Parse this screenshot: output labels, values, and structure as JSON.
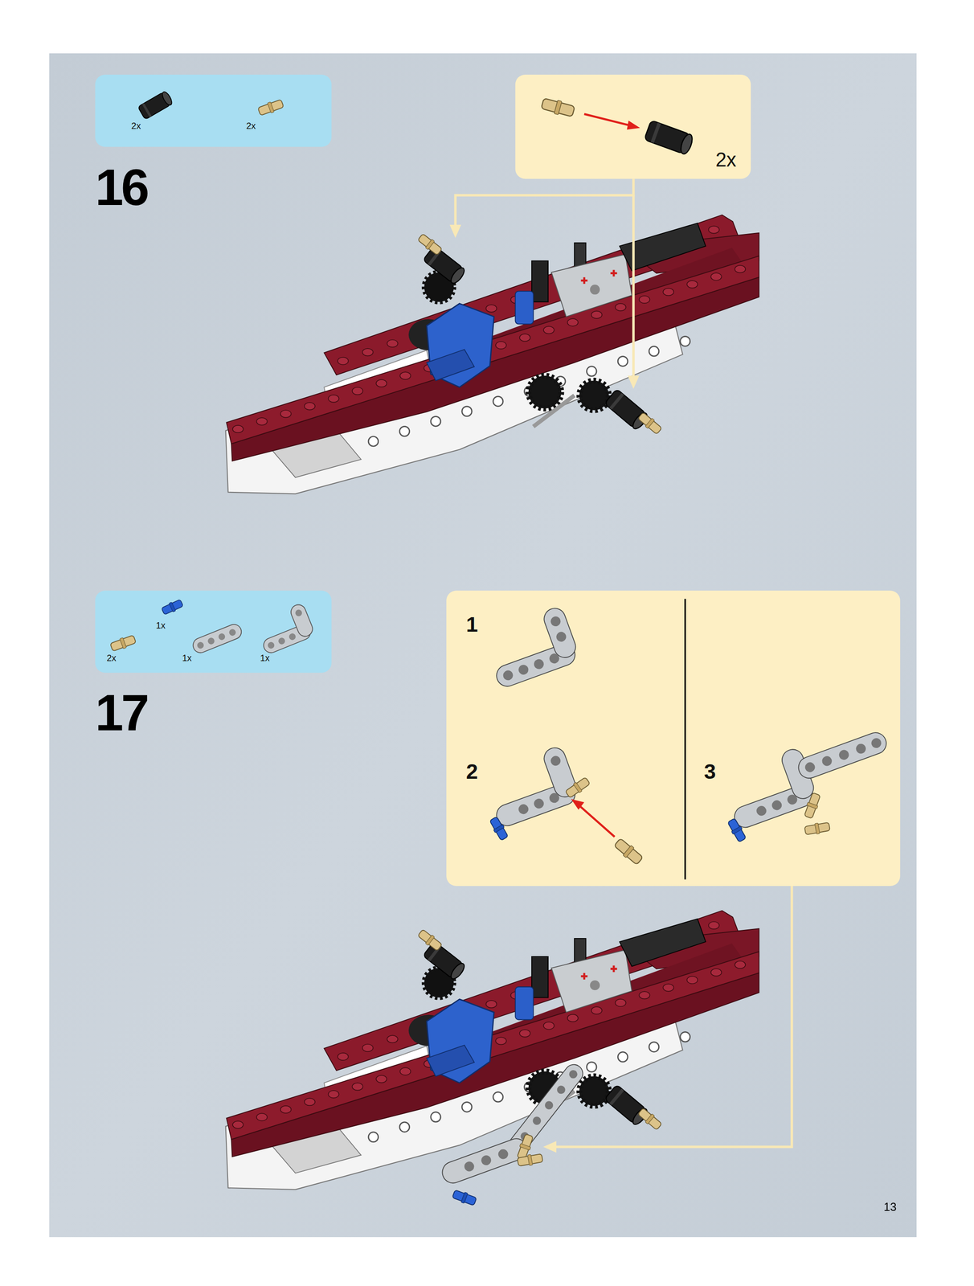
{
  "diagram": {
    "nodes": [
      {
        "text": [
          "2x",
          "2x"
        ]
      },
      {
        "text": [
          "2x"
        ]
      },
      {
        "text": [
          "1x",
          "2x",
          "1x",
          "1x"
        ]
      },
      {
        "text": [
          "1",
          "2",
          "3"
        ]
      }
    ],
    "labels": [
      "16",
      "17",
      "13"
    ]
  }
}
